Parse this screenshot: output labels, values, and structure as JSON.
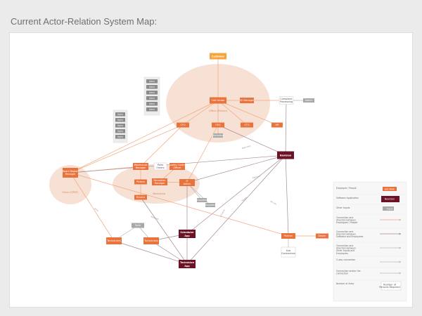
{
  "page": {
    "title": "Current Actor-Relation System Map:"
  },
  "colors": {
    "person": "#e9733d",
    "software": "#6b1224",
    "other": "#a8a8a8",
    "customer": "#f5a53b",
    "group_fill": "#f6dccd",
    "edge_person": "#f2a67c",
    "edge_software": "#a58a98",
    "edge_other": "#b8b8b8"
  },
  "groups": [
    {
      "id": "g_office",
      "label": "Office (Tehran)"
    },
    {
      "id": "g_left",
      "label": "Union (SPSF)"
    },
    {
      "id": "g_mid",
      "label": "Workshop"
    }
  ],
  "nodes": [
    {
      "id": "customer",
      "label": "Customer",
      "kind": "customer"
    },
    {
      "id": "call_center",
      "label": "Call Center",
      "kind": "person"
    },
    {
      "id": "ce_manager",
      "label": "CE Manager",
      "kind": "person"
    },
    {
      "id": "complaint",
      "label": "Complaint Processing",
      "kind": "plain"
    },
    {
      "id": "admin",
      "label": "Admin",
      "kind": "other"
    },
    {
      "id": "cfo",
      "label": "CFO",
      "kind": "person"
    },
    {
      "id": "ceo",
      "label": "CEO",
      "kind": "person"
    },
    {
      "id": "cto",
      "label": "CTO",
      "kind": "person"
    },
    {
      "id": "hr",
      "label": "HR",
      "kind": "person"
    },
    {
      "id": "marketing",
      "label": "Marketing",
      "kind": "other"
    },
    {
      "id": "navision",
      "label": "Navision",
      "kind": "software"
    },
    {
      "id": "board_mgr",
      "label": "Board Region Manager",
      "kind": "person"
    },
    {
      "id": "warehouse_mgr",
      "label": "Warehouse Manager",
      "kind": "person"
    },
    {
      "id": "parts_orders",
      "label": "Parts Orders",
      "kind": "plain"
    },
    {
      "id": "quality_ctrl",
      "label": "Quality Control Officer",
      "kind": "person"
    },
    {
      "id": "pickers",
      "label": "Pickers",
      "kind": "person"
    },
    {
      "id": "reception_mgr",
      "label": "Reception Manager",
      "kind": "person"
    },
    {
      "id": "it_admin",
      "label": "IT Admin",
      "kind": "person"
    },
    {
      "id": "drivers",
      "label": "Drivers",
      "kind": "person"
    },
    {
      "id": "supplier_a",
      "label": "Supplier",
      "kind": "other"
    },
    {
      "id": "supplier_b",
      "label": "Supplier",
      "kind": "other"
    },
    {
      "id": "tools",
      "label": "Tools",
      "kind": "other"
    },
    {
      "id": "scheduler_app",
      "label": "Scheduler App",
      "kind": "software"
    },
    {
      "id": "technician_app",
      "label": "Technician App",
      "kind": "software"
    },
    {
      "id": "techs_a",
      "label": "Technicians",
      "kind": "person"
    },
    {
      "id": "techs_b",
      "label": "Technicians",
      "kind": "person"
    },
    {
      "id": "partner",
      "label": "Partner",
      "kind": "person"
    },
    {
      "id": "dealer",
      "label": "Dealer",
      "kind": "person"
    },
    {
      "id": "sub_contractors",
      "label": "Sub Contractors",
      "kind": "plain"
    }
  ],
  "lists": {
    "upper": [
      "Item",
      "Item",
      "Item",
      "Item",
      "Item",
      "Item"
    ],
    "lower": [
      "Item",
      "Item",
      "Item",
      "Item",
      "Item"
    ]
  },
  "edge_labels": [
    "order",
    "data entry",
    "parts",
    "reports",
    "schedule",
    "job info",
    "payment",
    "feedback"
  ],
  "legend": {
    "rows": [
      {
        "label": "Employee / People",
        "sample": "Job Role"
      },
      {
        "label": "Software Application",
        "sample": "Navision"
      },
      {
        "label": "Other Inputs",
        "sample": "Input"
      },
      {
        "label": "Connection and direction between Employees / People",
        "sample": ""
      },
      {
        "label": "Connection and direction between Software and Employees",
        "sample": ""
      },
      {
        "label": "Connection and direction between Other Inputs and Employees",
        "sample": ""
      },
      {
        "label": "2-way connection",
        "sample": ""
      },
      {
        "label": "Connection and/or the connection",
        "sample": ""
      },
      {
        "label": "Number of Actor",
        "sample": "Number of Persons Required"
      }
    ]
  }
}
